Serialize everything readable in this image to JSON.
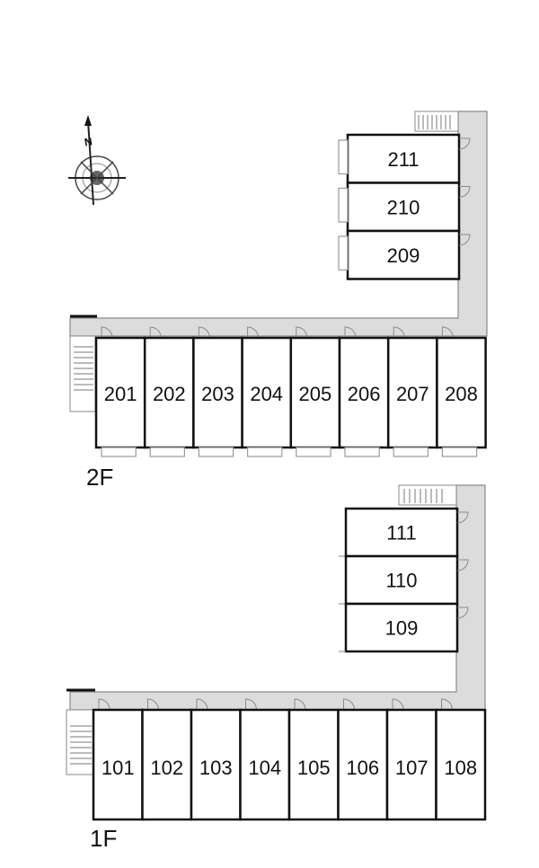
{
  "compass": {
    "north_label": "N",
    "icon": "compass-rose-icon"
  },
  "floors": [
    {
      "floor_label": "2F",
      "row_rooms": [
        "201",
        "202",
        "203",
        "204",
        "205",
        "206",
        "207",
        "208"
      ],
      "wing_rooms": [
        "211",
        "210",
        "209"
      ]
    },
    {
      "floor_label": "1F",
      "row_rooms": [
        "101",
        "102",
        "103",
        "104",
        "105",
        "106",
        "107",
        "108"
      ],
      "wing_rooms": [
        "111",
        "110",
        "109"
      ]
    }
  ]
}
